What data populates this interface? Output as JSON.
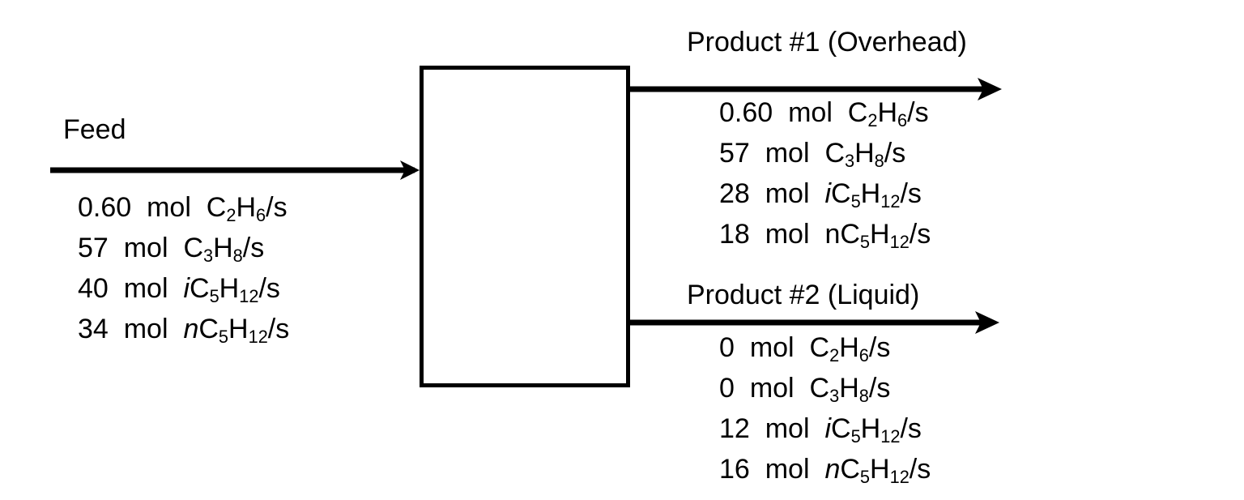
{
  "diagram": {
    "title": "Separation unit process flow diagram",
    "line_color": "#000000",
    "background_color": "#ffffff",
    "unit_box": {
      "name": "separation-unit",
      "label": ""
    },
    "streams": [
      {
        "id": "feed",
        "label": "Feed",
        "direction": "in",
        "components": [
          {
            "amount": "0.60",
            "unit": "mol",
            "prefix": "",
            "prefix_italic": false,
            "formula_parts": [
              "C",
              "2",
              "H",
              "6"
            ],
            "per": "/s",
            "text": "0.60 mol C2H6/s"
          },
          {
            "amount": "57",
            "unit": "mol",
            "prefix": "",
            "prefix_italic": false,
            "formula_parts": [
              "C",
              "3",
              "H",
              "8"
            ],
            "per": "/s",
            "text": "57 mol C3H8/s"
          },
          {
            "amount": "40",
            "unit": "mol",
            "prefix": "i",
            "prefix_italic": true,
            "formula_parts": [
              "C",
              "5",
              "H",
              "12"
            ],
            "per": "/s",
            "text": "40 mol iC5H12/s"
          },
          {
            "amount": "34",
            "unit": "mol",
            "prefix": "n",
            "prefix_italic": true,
            "formula_parts": [
              "C",
              "5",
              "H",
              "12"
            ],
            "per": "/s",
            "text": "34 mol nC5H12/s"
          }
        ]
      },
      {
        "id": "product1",
        "label": "Product #1 (Overhead)",
        "direction": "out",
        "components": [
          {
            "amount": "0.60",
            "unit": "mol",
            "prefix": "",
            "prefix_italic": false,
            "formula_parts": [
              "C",
              "2",
              "H",
              "6"
            ],
            "per": "/s",
            "text": "0.60 mol C2H6/s"
          },
          {
            "amount": "57",
            "unit": "mol",
            "prefix": "",
            "prefix_italic": false,
            "formula_parts": [
              "C",
              "3",
              "H",
              "8"
            ],
            "per": "/s",
            "text": "57 mol C3H8/s"
          },
          {
            "amount": "28",
            "unit": "mol",
            "prefix": "i",
            "prefix_italic": true,
            "formula_parts": [
              "C",
              "5",
              "H",
              "12"
            ],
            "per": "/s",
            "text": "28 mol iC5H12/s"
          },
          {
            "amount": "18",
            "unit": "mol",
            "prefix": "n",
            "prefix_italic": false,
            "formula_parts": [
              "C",
              "5",
              "H",
              "12"
            ],
            "per": "/s",
            "text": "18 mol nC5H12/s"
          }
        ]
      },
      {
        "id": "product2",
        "label": "Product #2 (Liquid)",
        "direction": "out",
        "components": [
          {
            "amount": "0",
            "unit": "mol",
            "prefix": "",
            "prefix_italic": false,
            "formula_parts": [
              "C",
              "2",
              "H",
              "6"
            ],
            "per": "/s",
            "text": "0 mol C2H6/s"
          },
          {
            "amount": "0",
            "unit": "mol",
            "prefix": "",
            "prefix_italic": false,
            "formula_parts": [
              "C",
              "3",
              "H",
              "8"
            ],
            "per": "/s",
            "text": "0 mol C3H8/s"
          },
          {
            "amount": "12",
            "unit": "mol",
            "prefix": "i",
            "prefix_italic": true,
            "formula_parts": [
              "C",
              "5",
              "H",
              "12"
            ],
            "per": "/s",
            "text": "12 mol iC5H12/s"
          },
          {
            "amount": "16",
            "unit": "mol",
            "prefix": "n",
            "prefix_italic": true,
            "formula_parts": [
              "C",
              "5",
              "H",
              "12"
            ],
            "per": "/s",
            "text": "16 mol nC5H12/s"
          }
        ]
      }
    ]
  }
}
